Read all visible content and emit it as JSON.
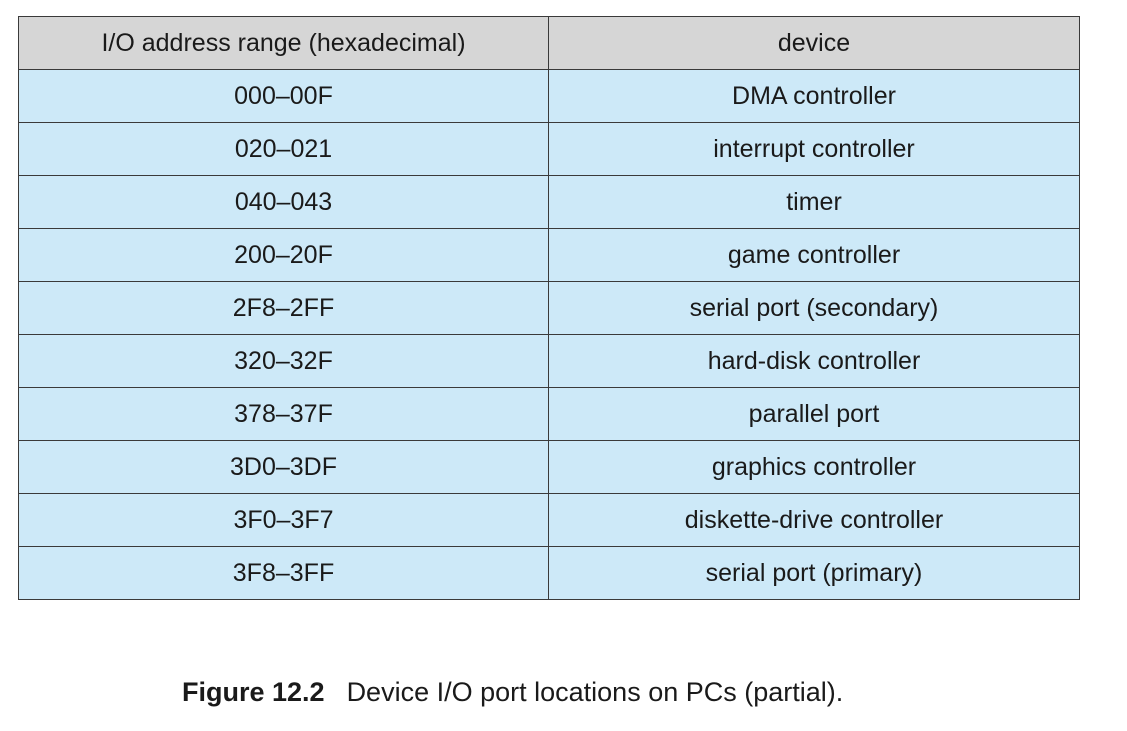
{
  "table": {
    "headers": {
      "range": "I/O address range (hexadecimal)",
      "device": "device"
    },
    "rows": [
      {
        "range": "000–00F",
        "device": "DMA controller"
      },
      {
        "range": "020–021",
        "device": "interrupt controller"
      },
      {
        "range": "040–043",
        "device": "timer"
      },
      {
        "range": "200–20F",
        "device": "game controller"
      },
      {
        "range": "2F8–2FF",
        "device": "serial port (secondary)"
      },
      {
        "range": "320–32F",
        "device": "hard-disk controller"
      },
      {
        "range": "378–37F",
        "device": "parallel port"
      },
      {
        "range": "3D0–3DF",
        "device": "graphics controller"
      },
      {
        "range": "3F0–3F7",
        "device": "diskette-drive controller"
      },
      {
        "range": "3F8–3FF",
        "device": "serial port (primary)"
      }
    ]
  },
  "caption": {
    "label": "Figure 12.2",
    "text": "Device I/O port locations on PCs (partial)."
  },
  "colors": {
    "header_bg": "#d6d6d6",
    "row_bg": "#cde9f8",
    "border": "#3a3a3a"
  }
}
